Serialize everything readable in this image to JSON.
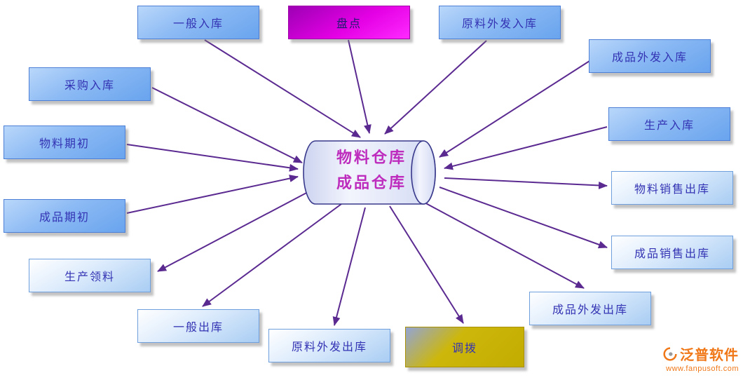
{
  "diagram": {
    "center": {
      "line1": "物料仓库",
      "line2": "成品仓库"
    },
    "nodes": [
      {
        "label": "一般入库",
        "direction": "in",
        "variant": "blue"
      },
      {
        "label": "盘点",
        "direction": "in",
        "variant": "magenta"
      },
      {
        "label": "原料外发入库",
        "direction": "in",
        "variant": "blue"
      },
      {
        "label": "成品外发入库",
        "direction": "in",
        "variant": "blue"
      },
      {
        "label": "采购入库",
        "direction": "in",
        "variant": "blue"
      },
      {
        "label": "生产入库",
        "direction": "in",
        "variant": "blue"
      },
      {
        "label": "物料期初",
        "direction": "in",
        "variant": "blue"
      },
      {
        "label": "物料销售出库",
        "direction": "out",
        "variant": "light"
      },
      {
        "label": "成品期初",
        "direction": "in",
        "variant": "blue"
      },
      {
        "label": "成品销售出库",
        "direction": "out",
        "variant": "light"
      },
      {
        "label": "生产领料",
        "direction": "out",
        "variant": "light"
      },
      {
        "label": "成品外发出库",
        "direction": "out",
        "variant": "light"
      },
      {
        "label": "一般出库",
        "direction": "out",
        "variant": "light"
      },
      {
        "label": "原料外发出库",
        "direction": "out",
        "variant": "light"
      },
      {
        "label": "调拨",
        "direction": "out",
        "variant": "gold"
      }
    ],
    "watermark": {
      "brand": "泛普软件",
      "url": "www.fanpusoft.com"
    }
  },
  "colors": {
    "arrow": "#5b2a91",
    "center_text": "#bd2cbd",
    "node_text": "#3333b3",
    "watermark": "#f07818"
  }
}
